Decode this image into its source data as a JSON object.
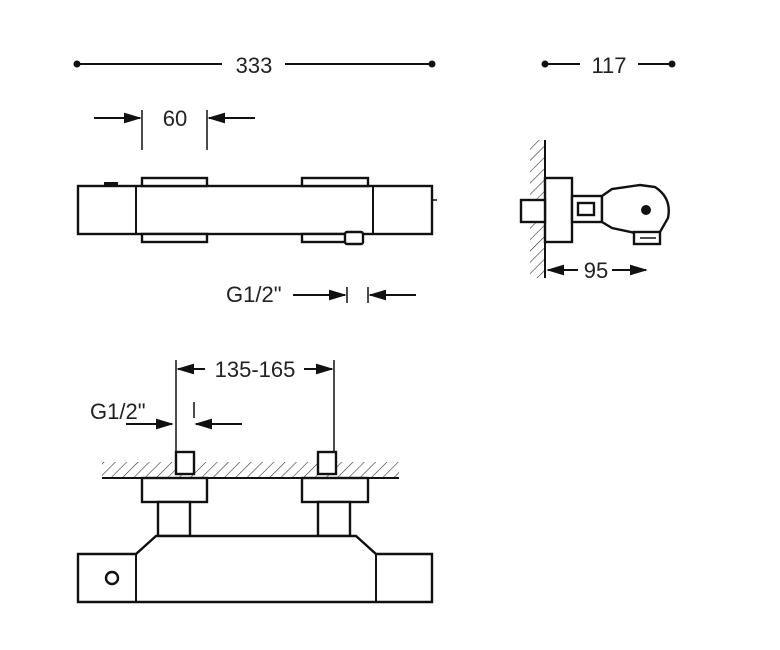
{
  "dimensions": {
    "overall_width": "333",
    "depth": "117",
    "cartridge_spacing": "60",
    "outlet_thread_top": "G1/2\"",
    "projection": "95",
    "inlet_spacing": "135-165",
    "inlet_thread_bottom": "G1/2\""
  }
}
